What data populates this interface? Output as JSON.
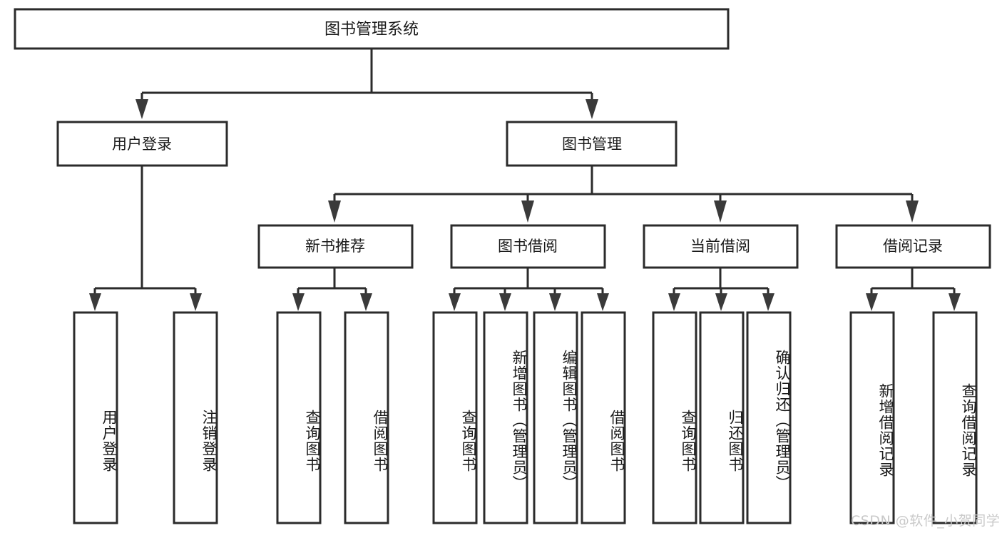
{
  "diagram": {
    "kind": "tree-hierarchy-diagram",
    "root": {
      "id": "root",
      "label": "图书管理系统"
    },
    "level2": [
      {
        "id": "user-login",
        "label": "用户登录"
      },
      {
        "id": "book-management",
        "label": "图书管理"
      }
    ],
    "level3": [
      {
        "id": "new-book-recommend",
        "label": "新书推荐"
      },
      {
        "id": "book-borrow",
        "label": "图书借阅"
      },
      {
        "id": "current-borrow",
        "label": "当前借阅"
      },
      {
        "id": "borrow-record",
        "label": "借阅记录"
      }
    ],
    "leaves": {
      "user_login": [
        {
          "id": "leaf-user-login",
          "label": "用户登录"
        },
        {
          "id": "leaf-user-logout",
          "label": "注销登录"
        }
      ],
      "new_book_recommend": [
        {
          "id": "leaf-query-book-1",
          "label": "查询图书"
        },
        {
          "id": "leaf-borrow-book-1",
          "label": "借阅图书"
        }
      ],
      "book_borrow": [
        {
          "id": "leaf-query-book-2",
          "label": "查询图书"
        },
        {
          "id": "leaf-add-book",
          "label": "新增图书（管理员）"
        },
        {
          "id": "leaf-edit-book",
          "label": "编辑图书（管理员）"
        },
        {
          "id": "leaf-borrow-book-2",
          "label": "借阅图书"
        }
      ],
      "current_borrow": [
        {
          "id": "leaf-query-book-3",
          "label": "查询图书"
        },
        {
          "id": "leaf-return-book",
          "label": "归还图书"
        },
        {
          "id": "leaf-confirm-return",
          "label": "确认归还（管理员）"
        }
      ],
      "borrow_record": [
        {
          "id": "leaf-add-record",
          "label": "新增借阅记录"
        },
        {
          "id": "leaf-query-record",
          "label": "查询借阅记录"
        }
      ]
    }
  },
  "watermark": {
    "text": "CSDN @软件_小贺同学"
  },
  "colors": {
    "stroke": "#2b2b2b",
    "arrow": "#3a3a3a",
    "box_fill": "#ffffff",
    "text": "#1a1a1a",
    "watermark": "#c9c9c9",
    "background": "#ffffff"
  }
}
